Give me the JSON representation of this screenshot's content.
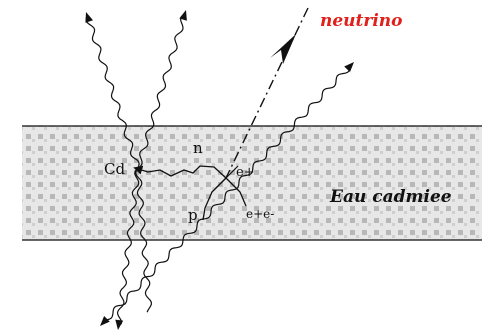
{
  "labels": {
    "neutrino": "neutrino",
    "medium": "Eau cadmiee",
    "cd": "Cd",
    "n": "n",
    "e_plus": "e+",
    "p": "p",
    "e_pair": "e+e-"
  },
  "colors": {
    "neutrino_label": "#e0201b",
    "ink": "#111111",
    "band_fill": "#c9c9c9"
  }
}
